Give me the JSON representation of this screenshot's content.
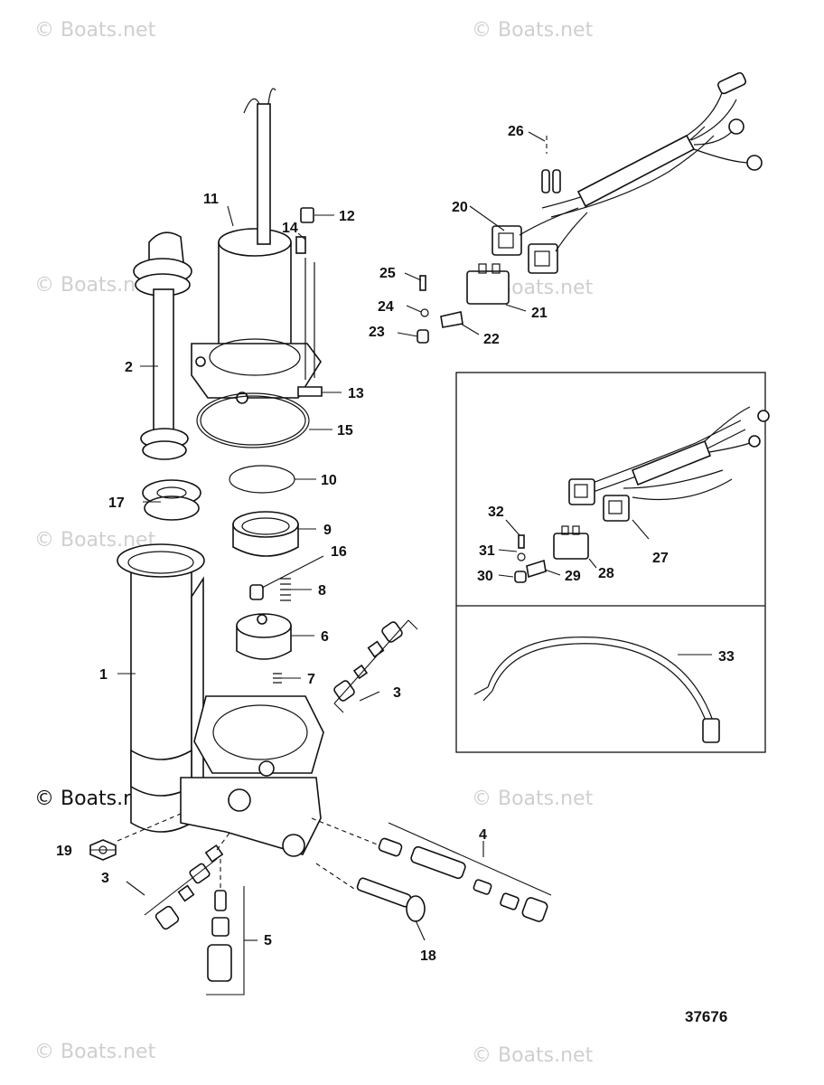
{
  "watermarks": [
    "© Boats.net",
    "© Boats.net",
    "© Boats.net",
    "© Boats.net",
    "© Boats.net",
    "© Boats.net",
    "© Boats.net",
    "© Boats.net"
  ],
  "watermark_main": "© Boats.net",
  "figure_number": "37676",
  "callouts": {
    "p1": "1",
    "p2": "2",
    "p3a": "3",
    "p3b": "3",
    "p4": "4",
    "p5": "5",
    "p6": "6",
    "p7": "7",
    "p8": "8",
    "p9": "9",
    "p10": "10",
    "p11": "11",
    "p12": "12",
    "p13": "13",
    "p14": "14",
    "p15": "15",
    "p16": "16",
    "p17": "17",
    "p18": "18",
    "p19": "19",
    "p20": "20",
    "p21": "21",
    "p22": "22",
    "p23": "23",
    "p24": "24",
    "p25": "25",
    "p26": "26",
    "p27": "27",
    "p28": "28",
    "p29": "29",
    "p30": "30",
    "p31": "31",
    "p32": "32",
    "p33": "33"
  }
}
